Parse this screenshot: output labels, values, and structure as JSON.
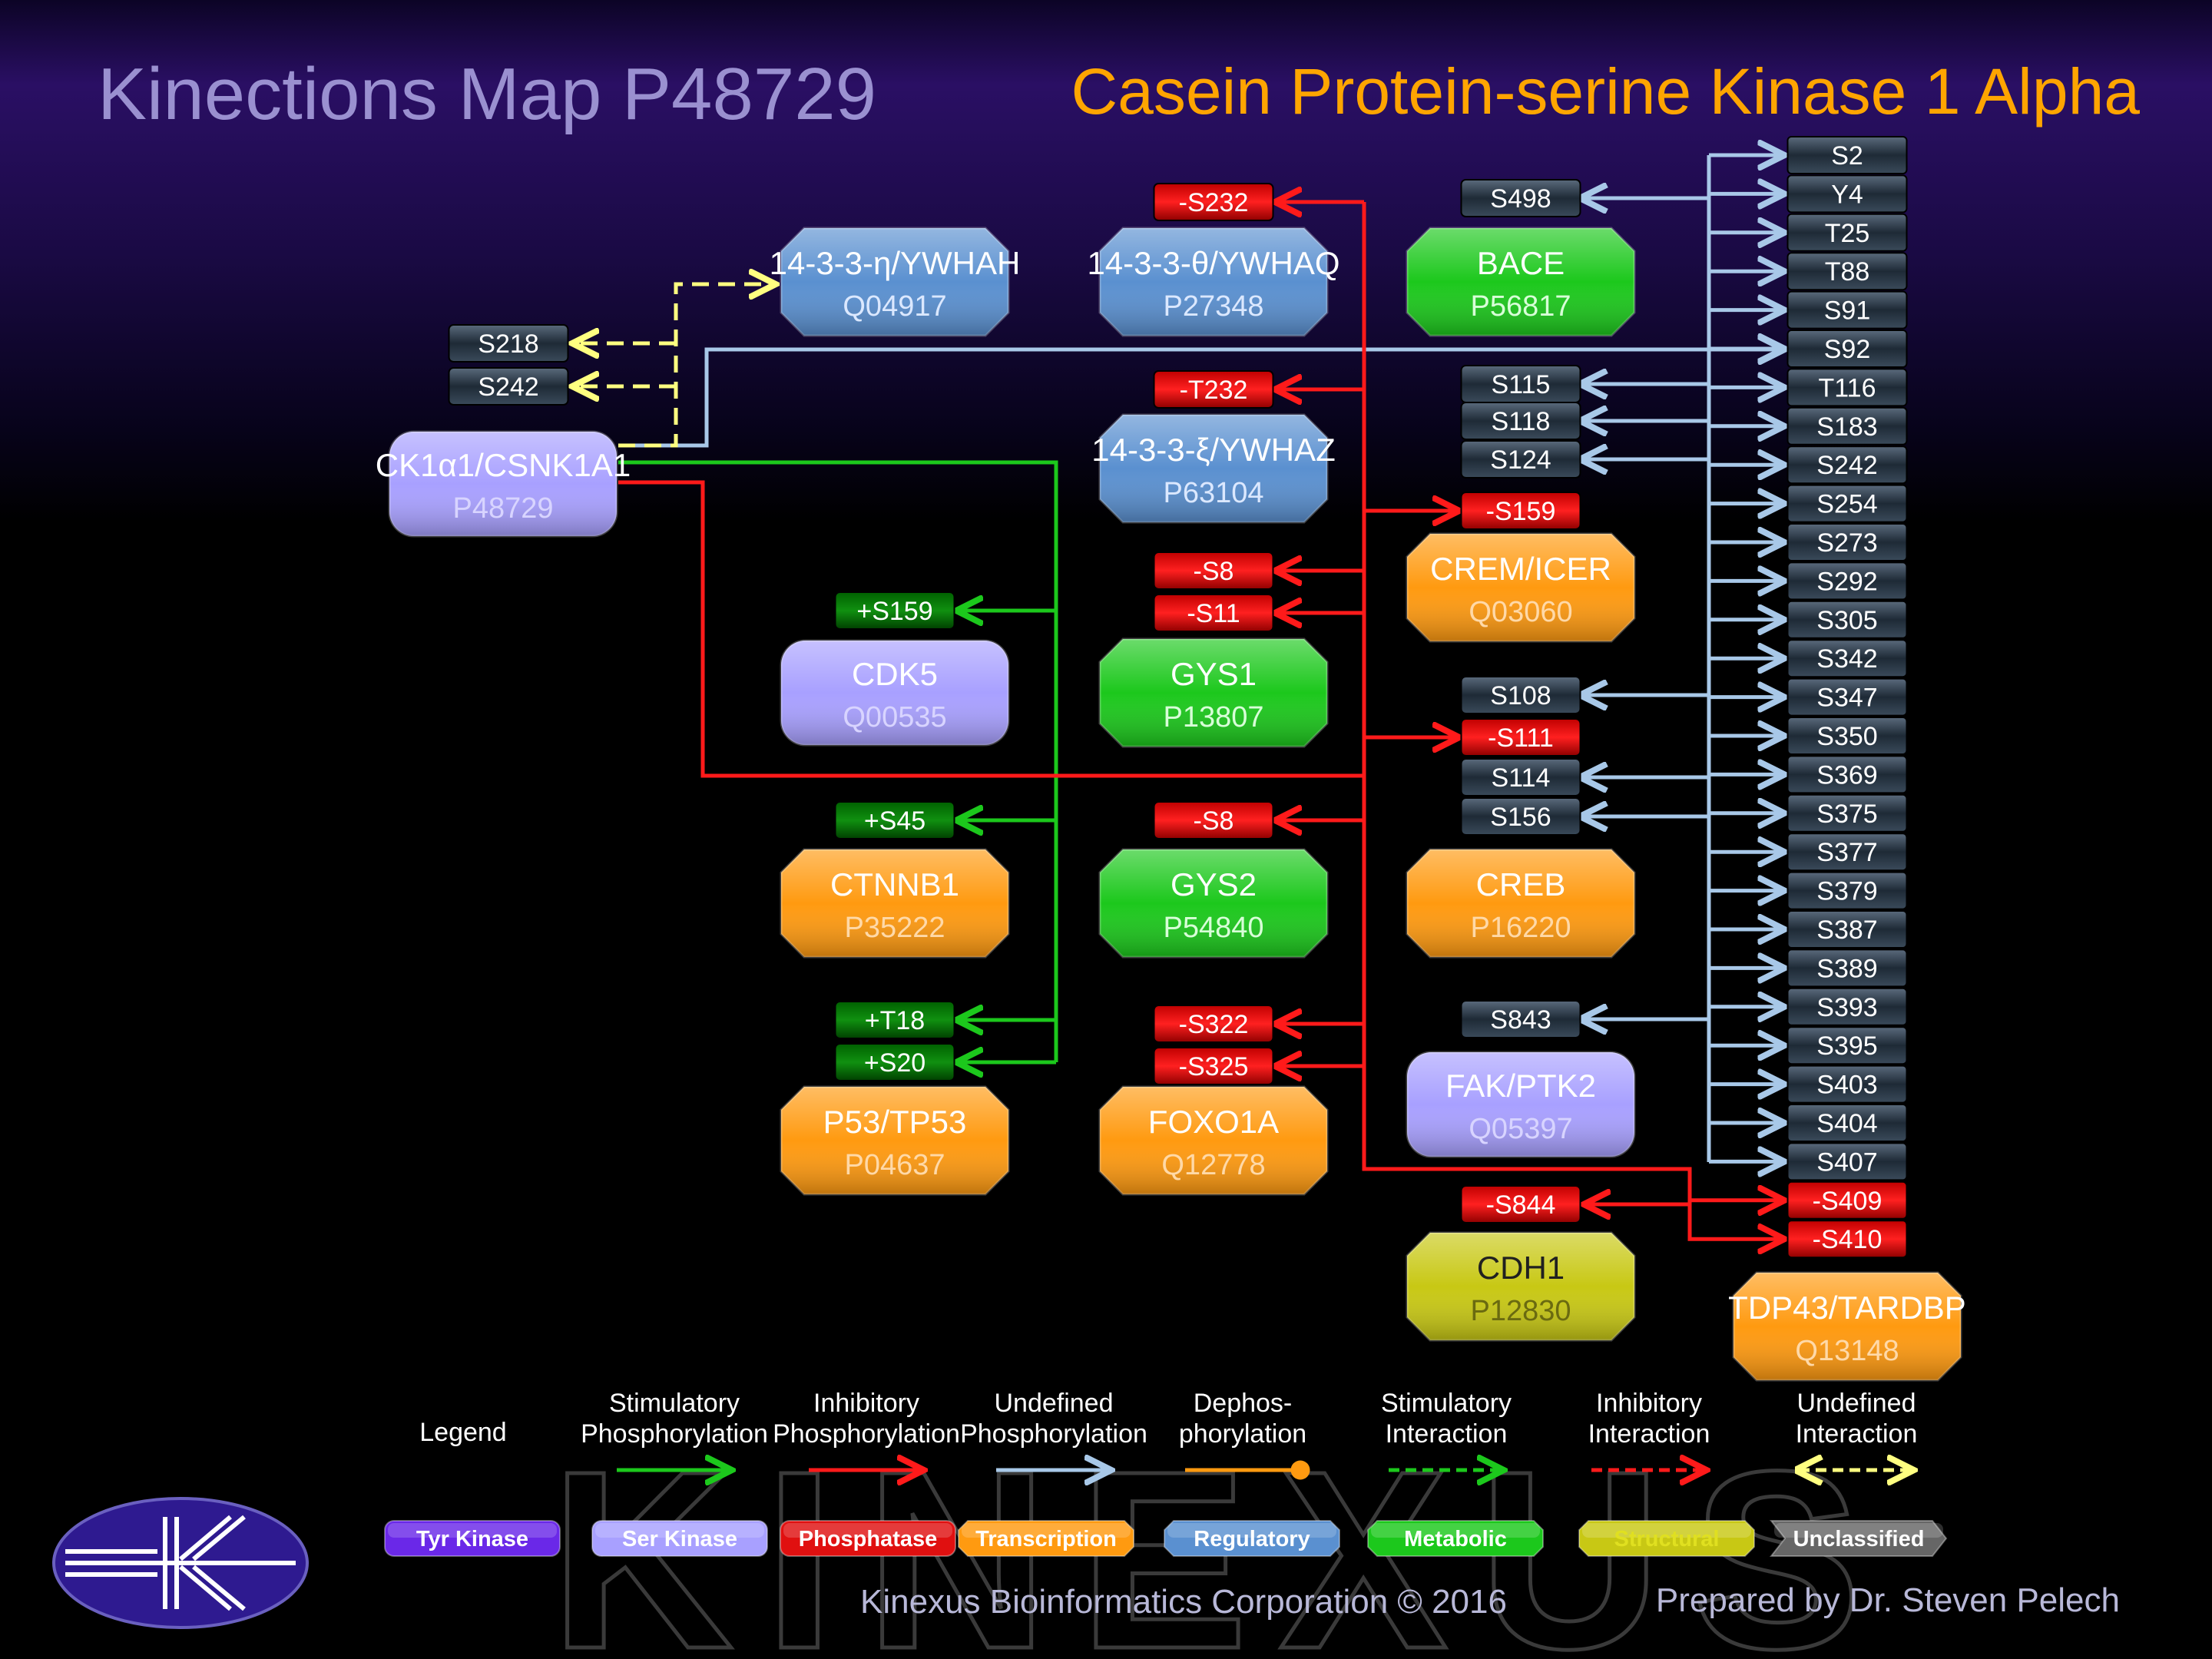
{
  "header": {
    "map_title": "Kinections Map P48729",
    "protein_title": "Casein Protein-serine Kinase 1 Alpha"
  },
  "colors": {
    "stimulatory": "#1cc81c",
    "inhibitory": "#ff1a1a",
    "undefined": "#a8c8e8",
    "interaction_yellow": "#ffff80",
    "ser_kinase": "#a8a0ff",
    "regulatory": "#5a90d0",
    "metabolic": "#1cc81c",
    "transcription": "#ff9a10",
    "structural": "#c8c814"
  },
  "nodes": [
    {
      "id": "ck1a1",
      "name": "CK1α1/CSNK1A1",
      "acc": "P48729",
      "type": "ser_kinase"
    },
    {
      "id": "ywhah",
      "name": "14-3-3-η/YWHAH",
      "acc": "Q04917",
      "type": "regulatory"
    },
    {
      "id": "ywhaq",
      "name": "14-3-3-θ/YWHAQ",
      "acc": "P27348",
      "type": "regulatory"
    },
    {
      "id": "ywhaz",
      "name": "14-3-3-ξ/YWHAZ",
      "acc": "P63104",
      "type": "regulatory"
    },
    {
      "id": "bace",
      "name": "BACE",
      "acc": "P56817",
      "type": "metabolic"
    },
    {
      "id": "crem",
      "name": "CREM/ICER",
      "acc": "Q03060",
      "type": "transcription"
    },
    {
      "id": "cdk5",
      "name": "CDK5",
      "acc": "Q00535",
      "type": "ser_kinase"
    },
    {
      "id": "gys1",
      "name": "GYS1",
      "acc": "P13807",
      "type": "metabolic"
    },
    {
      "id": "ctnnb1",
      "name": "CTNNB1",
      "acc": "P35222",
      "type": "transcription"
    },
    {
      "id": "gys2",
      "name": "GYS2",
      "acc": "P54840",
      "type": "metabolic"
    },
    {
      "id": "creb",
      "name": "CREB",
      "acc": "P16220",
      "type": "transcription"
    },
    {
      "id": "p53",
      "name": "P53/TP53",
      "acc": "P04637",
      "type": "transcription"
    },
    {
      "id": "foxo1a",
      "name": "FOXO1A",
      "acc": "Q12778",
      "type": "transcription"
    },
    {
      "id": "fak",
      "name": "FAK/PTK2",
      "acc": "Q05397",
      "type": "ser_kinase"
    },
    {
      "id": "cdh1",
      "name": "CDH1",
      "acc": "P12830",
      "type": "structural"
    },
    {
      "id": "tdp43",
      "name": "TDP43/TARDBP",
      "acc": "Q13148",
      "type": "transcription"
    }
  ],
  "sites": [
    {
      "label": "S218",
      "kind": "undefined"
    },
    {
      "label": "S242",
      "kind": "undefined"
    },
    {
      "label": "-S232",
      "kind": "inhibitory"
    },
    {
      "label": "-T232",
      "kind": "inhibitory"
    },
    {
      "label": "S498",
      "kind": "undefined"
    },
    {
      "label": "S115",
      "kind": "undefined"
    },
    {
      "label": "S118",
      "kind": "undefined"
    },
    {
      "label": "S124",
      "kind": "undefined"
    },
    {
      "label": "-S159",
      "kind": "inhibitory"
    },
    {
      "label": "+S159",
      "kind": "stimulatory"
    },
    {
      "label": "-S8",
      "kind": "inhibitory"
    },
    {
      "label": "-S11",
      "kind": "inhibitory"
    },
    {
      "label": "S108",
      "kind": "undefined"
    },
    {
      "label": "-S111",
      "kind": "inhibitory"
    },
    {
      "label": "S114",
      "kind": "undefined"
    },
    {
      "label": "S156",
      "kind": "undefined"
    },
    {
      "label": "+S45",
      "kind": "stimulatory"
    },
    {
      "label": "-S8",
      "kind": "inhibitory"
    },
    {
      "label": "+T18",
      "kind": "stimulatory"
    },
    {
      "label": "+S20",
      "kind": "stimulatory"
    },
    {
      "label": "-S322",
      "kind": "inhibitory"
    },
    {
      "label": "-S325",
      "kind": "inhibitory"
    },
    {
      "label": "S843",
      "kind": "undefined"
    },
    {
      "label": "-S844",
      "kind": "inhibitory"
    }
  ],
  "column_sites": [
    "S2",
    "Y4",
    "T25",
    "T88",
    "S91",
    "S92",
    "T116",
    "S183",
    "S242",
    "S254",
    "S273",
    "S292",
    "S305",
    "S342",
    "S347",
    "S350",
    "S369",
    "S375",
    "S377",
    "S379",
    "S387",
    "S389",
    "S393",
    "S395",
    "S403",
    "S404",
    "S407",
    "-S409",
    "-S410"
  ],
  "legend": {
    "title": "Legend",
    "items": [
      {
        "line1": "Stimulatory",
        "line2": "Phosphorylation",
        "style": "stim"
      },
      {
        "line1": "Inhibitory",
        "line2": "Phosphorylation",
        "style": "inh"
      },
      {
        "line1": "Undefined",
        "line2": "Phosphorylation",
        "style": "und"
      },
      {
        "line1": "Dephos-",
        "line2": "phorylation",
        "style": "dephos"
      },
      {
        "line1": "Stimulatory",
        "line2": "Interaction",
        "style": "stim_int"
      },
      {
        "line1": "Inhibitory",
        "line2": "Interaction",
        "style": "inh_int"
      },
      {
        "line1": "Undefined",
        "line2": "Interaction",
        "style": "und_int"
      }
    ],
    "chips": [
      {
        "label": "Tyr Kinase",
        "fill": "#6a28e8",
        "text": "#ffffff"
      },
      {
        "label": "Ser Kinase",
        "fill": "#a8a0ff",
        "text": "#ffffff"
      },
      {
        "label": "Phosphatase",
        "fill": "#e01010",
        "text": "#ffffff"
      },
      {
        "label": "Transcription",
        "fill": "#ff9a10",
        "text": "#ffffff"
      },
      {
        "label": "Regulatory",
        "fill": "#5a90d0",
        "text": "#ffffff"
      },
      {
        "label": "Metabolic",
        "fill": "#1cc81c",
        "text": "#ffffff"
      },
      {
        "label": "Structural",
        "fill": "#c8c814",
        "text": "#c8c814"
      },
      {
        "label": "Unclassified",
        "fill": "#666666",
        "text": "#ffffff"
      }
    ]
  },
  "watermark": "KINEXUS",
  "footer": {
    "copyright": "Kinexus Bioinformatics Corporation © 2016",
    "prepared_by": "Prepared by Dr. Steven Pelech"
  }
}
